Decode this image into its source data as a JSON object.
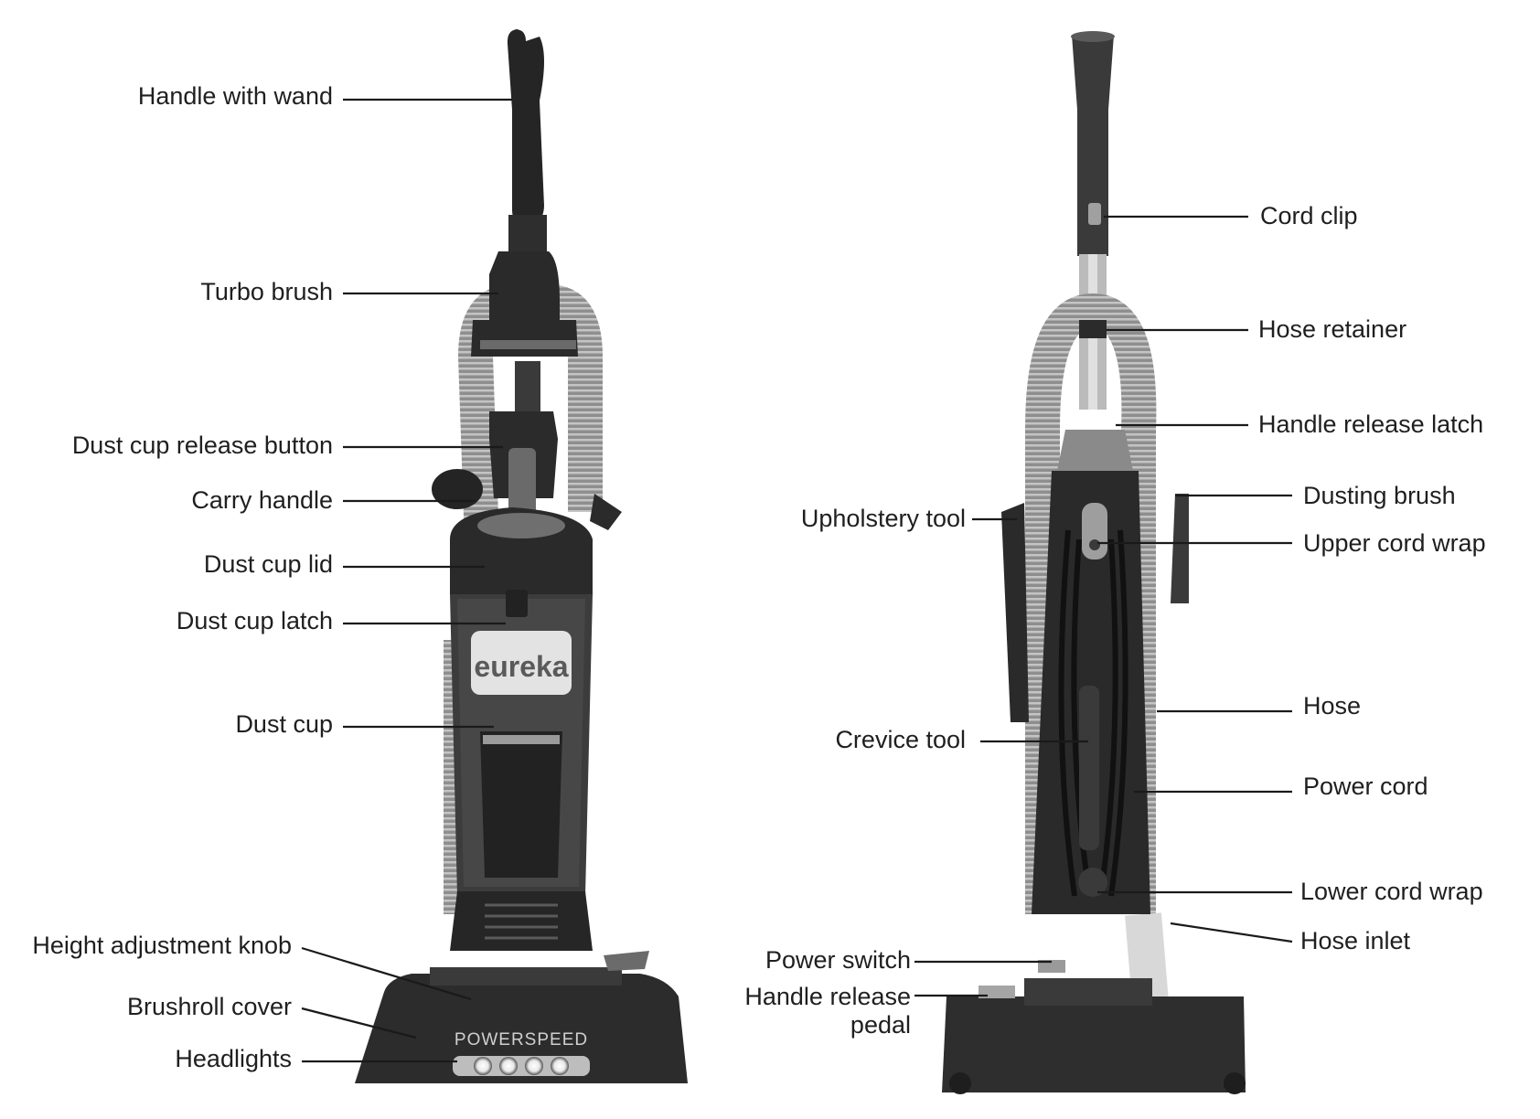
{
  "brand": {
    "logo_text": "eureka",
    "model_text": "POWERSPEED"
  },
  "front_view": {
    "labels": {
      "handle_with_wand": "Handle with wand",
      "turbo_brush": "Turbo brush",
      "dust_cup_release_button": "Dust cup release button",
      "carry_handle": "Carry handle",
      "dust_cup_lid": "Dust cup lid",
      "dust_cup_latch": "Dust cup latch",
      "dust_cup": "Dust cup",
      "height_adjustment_knob": "Height adjustment knob",
      "brushroll_cover": "Brushroll cover",
      "headlights": "Headlights"
    }
  },
  "rear_view": {
    "labels": {
      "cord_clip": "Cord clip",
      "hose_retainer": "Hose retainer",
      "handle_release_latch": "Handle release latch",
      "dusting_brush": "Dusting brush",
      "upper_cord_wrap": "Upper cord wrap",
      "upholstery_tool": "Upholstery tool",
      "hose": "Hose",
      "crevice_tool": "Crevice tool",
      "power_cord": "Power cord",
      "lower_cord_wrap": "Lower cord wrap",
      "hose_inlet": "Hose inlet",
      "power_switch": "Power switch",
      "handle_release_pedal_line1": "Handle release",
      "handle_release_pedal_line2": "pedal"
    }
  },
  "colors": {
    "body_dark": "#2b2b2b",
    "body_mid": "#555555",
    "hose_grey": "#9a9a9a",
    "light_grey": "#bdbdbd",
    "leader_line": "#1a1a1a"
  }
}
